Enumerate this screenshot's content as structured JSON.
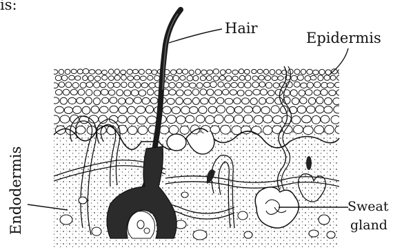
{
  "header": {
    "fragment": "is:"
  },
  "labels": {
    "hair": "Hair",
    "epidermis": "Epidermis",
    "endodermis": "Endodermis",
    "sweat_gland_line1": "Sweat",
    "sweat_gland_line2": "gland"
  },
  "colors": {
    "ink": "#111111",
    "paper": "#ffffff",
    "dermis_fill": "#f2f2f2"
  }
}
